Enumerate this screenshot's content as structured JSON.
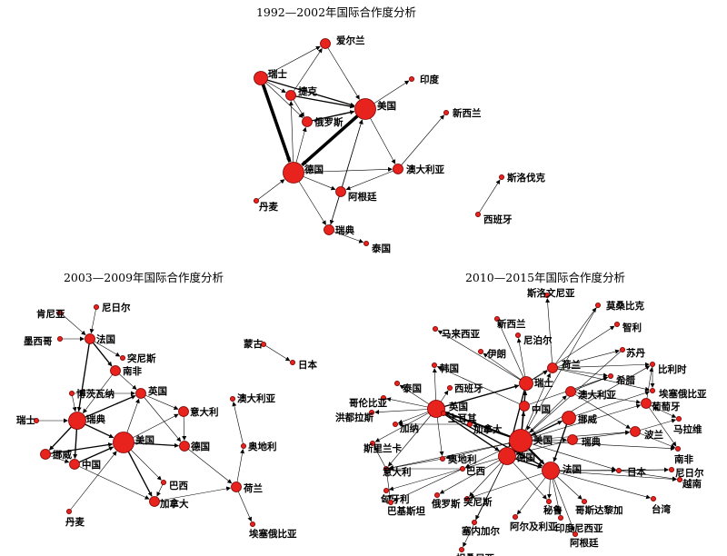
{
  "colors": {
    "node_fill": "#e8221c",
    "edge": "#000000",
    "background": "#ffffff"
  },
  "panels": [
    {
      "id": "p1",
      "title": "1992—2002年国际合作度分析",
      "nodes": [
        {
          "id": "ireland",
          "label": "爱尔兰",
          "weight": 1
        },
        {
          "id": "swiss",
          "label": "瑞士",
          "weight": 2
        },
        {
          "id": "india",
          "label": "印度",
          "weight": 0
        },
        {
          "id": "czech",
          "label": "捷克",
          "weight": 1
        },
        {
          "id": "usa",
          "label": "美国",
          "weight": 4
        },
        {
          "id": "russia",
          "label": "俄罗斯",
          "weight": 1
        },
        {
          "id": "nz",
          "label": "新西兰",
          "weight": 0
        },
        {
          "id": "germany",
          "label": "德国",
          "weight": 4
        },
        {
          "id": "australia",
          "label": "澳大利亚",
          "weight": 1
        },
        {
          "id": "slovakia",
          "label": "斯洛伐克",
          "weight": 0
        },
        {
          "id": "denmark",
          "label": "丹麦",
          "weight": 0
        },
        {
          "id": "argentina",
          "label": "阿根廷",
          "weight": 1
        },
        {
          "id": "spain",
          "label": "西班牙",
          "weight": 0
        },
        {
          "id": "sweden",
          "label": "瑞典",
          "weight": 1
        },
        {
          "id": "thailand",
          "label": "泰国",
          "weight": 0
        }
      ],
      "edges": [
        [
          "swiss",
          "germany",
          5
        ],
        [
          "usa",
          "germany",
          5
        ],
        [
          "swiss",
          "usa",
          2
        ],
        [
          "czech",
          "usa",
          2
        ],
        [
          "russia",
          "usa",
          2
        ],
        [
          "czech",
          "russia",
          1
        ],
        [
          "swiss",
          "czech",
          1
        ],
        [
          "swiss",
          "ireland",
          1
        ],
        [
          "czech",
          "ireland",
          1
        ],
        [
          "ireland",
          "usa",
          1
        ],
        [
          "swiss",
          "russia",
          1
        ],
        [
          "germany",
          "czech",
          1
        ],
        [
          "germany",
          "russia",
          1
        ],
        [
          "usa",
          "india",
          1
        ],
        [
          "usa",
          "australia",
          1
        ],
        [
          "australia",
          "nz",
          1
        ],
        [
          "germany",
          "australia",
          1
        ],
        [
          "germany",
          "argentina",
          1
        ],
        [
          "argentina",
          "usa",
          1
        ],
        [
          "argentina",
          "sweden",
          1
        ],
        [
          "germany",
          "sweden",
          1
        ],
        [
          "sweden",
          "usa",
          1
        ],
        [
          "denmark",
          "germany",
          1
        ],
        [
          "sweden",
          "thailand",
          1
        ],
        [
          "spain",
          "slovakia",
          1
        ],
        [
          "australia",
          "argentina",
          1
        ]
      ]
    },
    {
      "id": "p2",
      "title": "2003—2009年国际合作度分析",
      "nodes": [
        {
          "id": "niger",
          "label": "尼日尔",
          "weight": 0
        },
        {
          "id": "kenya",
          "label": "肯尼亚",
          "weight": 0
        },
        {
          "id": "ethiopia",
          "label": "埃塞俄比亚",
          "weight": 0
        },
        {
          "id": "mexico",
          "label": "墨西哥",
          "weight": 0
        },
        {
          "id": "france",
          "label": "法国",
          "weight": 1
        },
        {
          "id": "tunisia",
          "label": "突尼斯",
          "weight": 0
        },
        {
          "id": "southafrica",
          "label": "南非",
          "weight": 1
        },
        {
          "id": "mongolia",
          "label": "蒙古",
          "weight": 0
        },
        {
          "id": "japan",
          "label": "日本",
          "weight": 0
        },
        {
          "id": "botswana",
          "label": "博茨瓦纳",
          "weight": 0
        },
        {
          "id": "uk",
          "label": "英国",
          "weight": 1
        },
        {
          "id": "australia",
          "label": "澳大利亚",
          "weight": 0
        },
        {
          "id": "swiss",
          "label": "瑞士",
          "weight": 0
        },
        {
          "id": "sweden",
          "label": "瑞典",
          "weight": 3
        },
        {
          "id": "italy",
          "label": "意大利",
          "weight": 1
        },
        {
          "id": "usa",
          "label": "美国",
          "weight": 4
        },
        {
          "id": "norway",
          "label": "挪威",
          "weight": 1
        },
        {
          "id": "germany",
          "label": "德国",
          "weight": 1
        },
        {
          "id": "austria",
          "label": "奥地利",
          "weight": 0
        },
        {
          "id": "china",
          "label": "中国",
          "weight": 1
        },
        {
          "id": "brazil",
          "label": "巴西",
          "weight": 0
        },
        {
          "id": "netherlands",
          "label": "荷兰",
          "weight": 1
        },
        {
          "id": "canada",
          "label": "加拿大",
          "weight": 1
        },
        {
          "id": "denmark",
          "label": "丹麦",
          "weight": 0
        }
      ],
      "edges": [
        [
          "kenya",
          "france",
          1
        ],
        [
          "niger",
          "france",
          1
        ],
        [
          "mexico",
          "france",
          1
        ],
        [
          "france",
          "tunisia",
          1
        ],
        [
          "france",
          "southafrica",
          2
        ],
        [
          "france",
          "sweden",
          2
        ],
        [
          "southafrica",
          "uk",
          1
        ],
        [
          "southafrica",
          "sweden",
          1
        ],
        [
          "botswana",
          "sweden",
          1
        ],
        [
          "botswana",
          "uk",
          1
        ],
        [
          "uk",
          "italy",
          1
        ],
        [
          "uk",
          "germany",
          1
        ],
        [
          "sweden",
          "uk",
          2
        ],
        [
          "sweden",
          "usa",
          2
        ],
        [
          "sweden",
          "norway",
          2
        ],
        [
          "sweden",
          "china",
          2
        ],
        [
          "swiss",
          "sweden",
          1
        ],
        [
          "norway",
          "usa",
          2
        ],
        [
          "china",
          "usa",
          2
        ],
        [
          "usa",
          "germany",
          2
        ],
        [
          "usa",
          "italy",
          1
        ],
        [
          "usa",
          "canada",
          2
        ],
        [
          "usa",
          "brazil",
          1
        ],
        [
          "usa",
          "uk",
          1
        ],
        [
          "china",
          "canada",
          1
        ],
        [
          "germany",
          "netherlands",
          1
        ],
        [
          "canada",
          "netherlands",
          1
        ],
        [
          "netherlands",
          "ethiopia",
          1
        ],
        [
          "netherlands",
          "austria",
          1
        ],
        [
          "austria",
          "australia",
          1
        ],
        [
          "denmark",
          "usa",
          1
        ],
        [
          "mongolia",
          "japan",
          1
        ],
        [
          "norway",
          "china",
          1
        ],
        [
          "brazil",
          "canada",
          1
        ],
        [
          "italy",
          "germany",
          1
        ]
      ]
    },
    {
      "id": "p3",
      "title": "2010—2015年国际合作度分析",
      "nodes": [
        {
          "id": "slovenia",
          "label": "斯洛文尼亚",
          "weight": 0
        },
        {
          "id": "mozambique",
          "label": "莫桑比克",
          "weight": 0
        },
        {
          "id": "nz",
          "label": "新西兰",
          "weight": 0
        },
        {
          "id": "malaysia",
          "label": "马来西亚",
          "weight": 0
        },
        {
          "id": "nepal",
          "label": "尼泊尔",
          "weight": 0
        },
        {
          "id": "chile",
          "label": "智利",
          "weight": 0
        },
        {
          "id": "iran",
          "label": "伊朗",
          "weight": 0
        },
        {
          "id": "sudan",
          "label": "苏丹",
          "weight": 0
        },
        {
          "id": "netherlands",
          "label": "荷兰",
          "weight": 1
        },
        {
          "id": "belgium",
          "label": "比利时",
          "weight": 0
        },
        {
          "id": "korea",
          "label": "韩国",
          "weight": 0
        },
        {
          "id": "greece",
          "label": "希腊",
          "weight": 0
        },
        {
          "id": "swiss",
          "label": "瑞士",
          "weight": 2
        },
        {
          "id": "thailand",
          "label": "泰国",
          "weight": 0
        },
        {
          "id": "spain",
          "label": "西班牙",
          "weight": 0
        },
        {
          "id": "estonia",
          "label": "埃塞俄比亚",
          "weight": 0
        },
        {
          "id": "australia",
          "label": "澳大利亚",
          "weight": 1
        },
        {
          "id": "colombia",
          "label": "哥伦比亚",
          "weight": 0
        },
        {
          "id": "china",
          "label": "中国",
          "weight": 1
        },
        {
          "id": "portugal",
          "label": "葡萄牙",
          "weight": 1
        },
        {
          "id": "uk",
          "label": "英国",
          "weight": 3
        },
        {
          "id": "turkey",
          "label": "土耳其",
          "weight": 0
        },
        {
          "id": "honduras",
          "label": "洪都拉斯",
          "weight": 0
        },
        {
          "id": "malawi",
          "label": "马拉维",
          "weight": 0
        },
        {
          "id": "canada",
          "label": "加拿大",
          "weight": 0
        },
        {
          "id": "norway",
          "label": "挪威",
          "weight": 2
        },
        {
          "id": "ghana",
          "label": "加纳",
          "weight": 0
        },
        {
          "id": "usa",
          "label": "美国",
          "weight": 5
        },
        {
          "id": "poland",
          "label": "波兰",
          "weight": 1
        },
        {
          "id": "sweden",
          "label": "瑞典",
          "weight": 1
        },
        {
          "id": "srilanka",
          "label": "斯里兰卡",
          "weight": 0
        },
        {
          "id": "southafrica",
          "label": "南非",
          "weight": 0
        },
        {
          "id": "austria",
          "label": "奥地利",
          "weight": 0
        },
        {
          "id": "germany",
          "label": "德国",
          "weight": 3
        },
        {
          "id": "italy",
          "label": "意大利",
          "weight": 0
        },
        {
          "id": "brazil",
          "label": "巴西",
          "weight": 0
        },
        {
          "id": "france",
          "label": "法国",
          "weight": 3
        },
        {
          "id": "japan",
          "label": "日本",
          "weight": 0
        },
        {
          "id": "niger",
          "label": "尼日尔",
          "weight": 0
        },
        {
          "id": "vietnam",
          "label": "越南",
          "weight": 0
        },
        {
          "id": "tunisia",
          "label": "突尼斯",
          "weight": 0
        },
        {
          "id": "mexico",
          "label": "匈牙利",
          "weight": 0
        },
        {
          "id": "pakistan",
          "label": "巴基斯坦",
          "weight": 0
        },
        {
          "id": "russia",
          "label": "俄罗斯",
          "weight": 0
        },
        {
          "id": "peru",
          "label": "秘鲁",
          "weight": 0
        },
        {
          "id": "costarica",
          "label": "哥斯达黎加",
          "weight": 0
        },
        {
          "id": "taiwan",
          "label": "台湾",
          "weight": 0
        },
        {
          "id": "cameroon",
          "label": "塞内加尔",
          "weight": 0
        },
        {
          "id": "algeria",
          "label": "阿尔及利亚",
          "weight": 0
        },
        {
          "id": "indonesia",
          "label": "印度尼西亚",
          "weight": 0
        },
        {
          "id": "argentina",
          "label": "阿根廷",
          "weight": 0
        },
        {
          "id": "tanzania",
          "label": "坦桑尼亚",
          "weight": 0
        }
      ],
      "edges": [
        [
          "usa",
          "uk",
          3
        ],
        [
          "usa",
          "france",
          3
        ],
        [
          "usa",
          "germany",
          3
        ],
        [
          "usa",
          "swiss",
          2
        ],
        [
          "usa",
          "norway",
          2
        ],
        [
          "usa",
          "china",
          2
        ],
        [
          "uk",
          "france",
          2
        ],
        [
          "uk",
          "swiss",
          2
        ],
        [
          "uk",
          "germany",
          2
        ],
        [
          "germany",
          "france",
          2
        ],
        [
          "swiss",
          "germany",
          2
        ],
        [
          "norway",
          "france",
          2
        ],
        [
          "usa",
          "netherlands",
          1
        ],
        [
          "usa",
          "australia",
          1
        ],
        [
          "usa",
          "sweden",
          1
        ],
        [
          "usa",
          "portugal",
          1
        ],
        [
          "usa",
          "poland",
          1
        ],
        [
          "usa",
          "japan",
          1
        ],
        [
          "usa",
          "brazil",
          1
        ],
        [
          "usa",
          "canada",
          1
        ],
        [
          "usa",
          "austria",
          1
        ],
        [
          "usa",
          "italy",
          1
        ],
        [
          "usa",
          "southafrica",
          1
        ],
        [
          "usa",
          "belgium",
          1
        ],
        [
          "uk",
          "thailand",
          1
        ],
        [
          "uk",
          "colombia",
          1
        ],
        [
          "uk",
          "honduras",
          1
        ],
        [
          "uk",
          "turkey",
          1
        ],
        [
          "uk",
          "ghana",
          1
        ],
        [
          "uk",
          "korea",
          1
        ],
        [
          "uk",
          "spain",
          1
        ],
        [
          "uk",
          "srilanka",
          1
        ],
        [
          "uk",
          "italy",
          1
        ],
        [
          "uk",
          "austria",
          1
        ],
        [
          "swiss",
          "netherlands",
          1
        ],
        [
          "swiss",
          "iran",
          1
        ],
        [
          "swiss",
          "nepal",
          1
        ],
        [
          "swiss",
          "chile",
          1
        ],
        [
          "swiss",
          "nz",
          1
        ],
        [
          "swiss",
          "malaysia",
          1
        ],
        [
          "netherlands",
          "slovenia",
          1
        ],
        [
          "netherlands",
          "mozambique",
          1
        ],
        [
          "netherlands",
          "sudan",
          1
        ],
        [
          "netherlands",
          "belgium",
          1
        ],
        [
          "netherlands",
          "greece",
          1
        ],
        [
          "netherlands",
          "estonia",
          1
        ],
        [
          "australia",
          "portugal",
          1
        ],
        [
          "australia",
          "greece",
          1
        ],
        [
          "portugal",
          "malawi",
          1
        ],
        [
          "portugal",
          "belgium",
          1
        ],
        [
          "poland",
          "southafrica",
          1
        ],
        [
          "poland",
          "malawi",
          1
        ],
        [
          "france",
          "japan",
          1
        ],
        [
          "france",
          "niger",
          1
        ],
        [
          "france",
          "vietnam",
          1
        ],
        [
          "france",
          "taiwan",
          1
        ],
        [
          "france",
          "peru",
          1
        ],
        [
          "france",
          "costarica",
          1
        ],
        [
          "france",
          "indonesia",
          1
        ],
        [
          "france",
          "algeria",
          1
        ],
        [
          "france",
          "argentina",
          1
        ],
        [
          "france",
          "tunisia",
          1
        ],
        [
          "germany",
          "cameroon",
          1
        ],
        [
          "germany",
          "tunisia",
          1
        ],
        [
          "germany",
          "russia",
          1
        ],
        [
          "germany",
          "peru",
          1
        ],
        [
          "germany",
          "brazil",
          1
        ],
        [
          "germany",
          "tanzania",
          1
        ],
        [
          "brazil",
          "italy",
          1
        ],
        [
          "brazil",
          "pakistan",
          1
        ],
        [
          "brazil",
          "mexico",
          1
        ],
        [
          "italy",
          "srilanka",
          1
        ],
        [
          "italy",
          "pakistan",
          1
        ],
        [
          "sweden",
          "germany",
          1
        ],
        [
          "sweden",
          "poland",
          1
        ],
        [
          "norway",
          "estonia",
          1
        ],
        [
          "china",
          "korea",
          1
        ],
        [
          "china",
          "greece",
          1
        ],
        [
          "canada",
          "ghana",
          1
        ],
        [
          "japan",
          "niger",
          1
        ],
        [
          "japan",
          "vietnam",
          1
        ],
        [
          "mozambique",
          "usa",
          1
        ],
        [
          "sudan",
          "usa",
          1
        ],
        [
          "belgium",
          "estonia",
          1
        ],
        [
          "austria",
          "italy",
          1
        ],
        [
          "portugal",
          "southafrica",
          1
        ],
        [
          "norway",
          "usa",
          1
        ],
        [
          "australia",
          "poland",
          1
        ]
      ]
    }
  ]
}
